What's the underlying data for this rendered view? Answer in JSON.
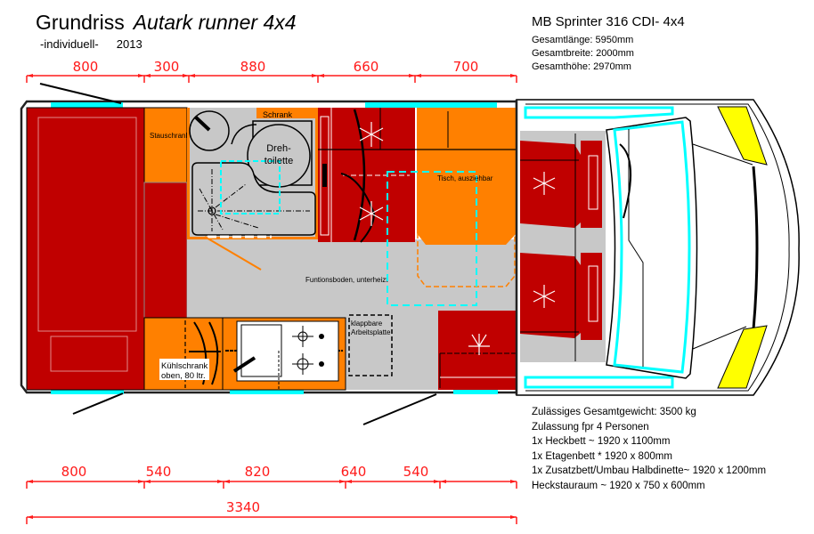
{
  "header": {
    "title": "Grundriss",
    "model": "Autark runner 4x4",
    "variant": "-individuell-",
    "year": "2013"
  },
  "vehicle": {
    "name": "MB Sprinter 316 CDI- 4x4",
    "specs": [
      "Gesamtlänge: 5950mm",
      "Gesamtbreite: 2000mm",
      "Gesamthöhe: 2970mm"
    ]
  },
  "facts": [
    "Zulässiges Gesamtgewicht: 3500 kg",
    "Zulassung fpr 4 Personen",
    "1x Heckbett ~ 1920 x 1100mm",
    "1x Etagenbett * 1920 x 800mm",
    "1x Zusatzbett/Umbau Halbdinette~ 1920 x 1200mm",
    "Heckstauraum ~ 1920 x 750 x 600mm"
  ],
  "dimensions": {
    "top": [
      "800",
      "300",
      "880",
      "660",
      "700"
    ],
    "bottom": [
      "800",
      "540",
      "820",
      "640",
      "540"
    ],
    "total": "3340"
  },
  "labels": {
    "stauschrank": "Stauschrank",
    "schrank": "Schrank",
    "toilet_line1": "Dreh-",
    "toilet_line2": "toilette",
    "table": "Tisch, ausziehbar",
    "floor": "Funtionsboden, unterheizt",
    "fridge_line1": "Kühlschrank",
    "fridge_line2": "oben, 80 ltr.",
    "worktop_line1": "klappbare",
    "worktop_line2": "Arbeitsplatte"
  },
  "colors": {
    "bed_red": "#c00000",
    "cabinet_orange": "#ff8000",
    "floor_grey": "#c8c8c8",
    "window_cyan": "#00ffff",
    "dimension_red": "#ff1a1a",
    "light_yellow": "#ffff00"
  }
}
